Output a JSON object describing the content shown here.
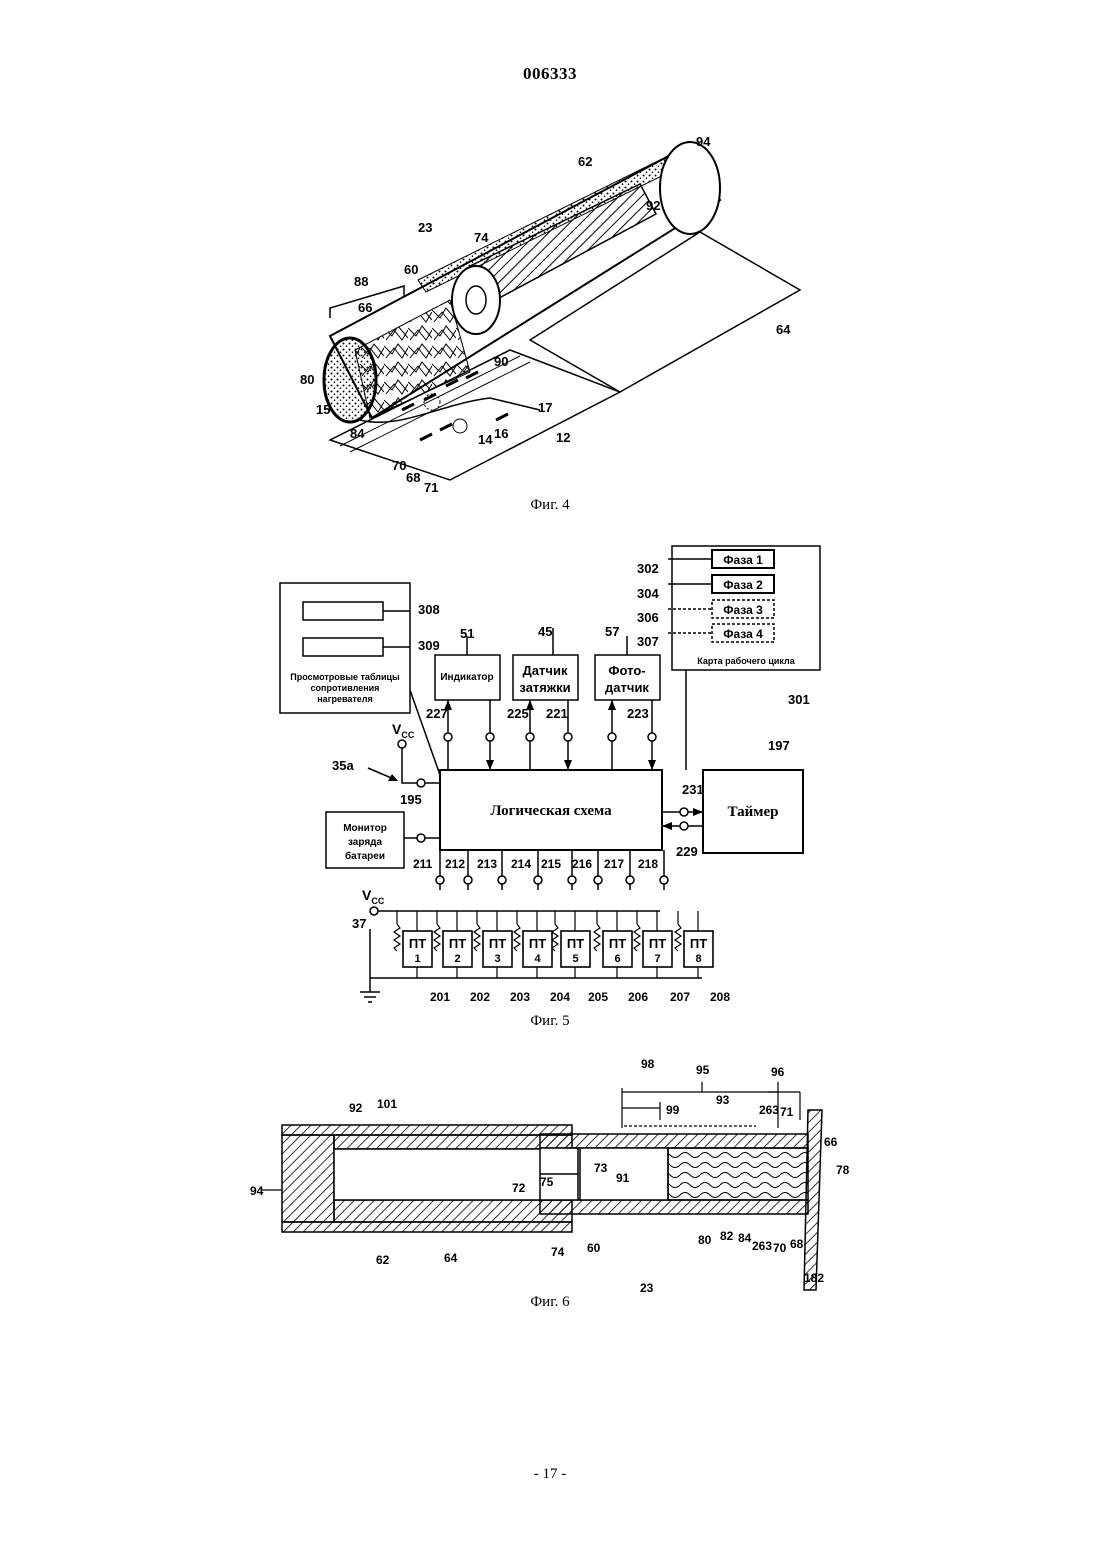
{
  "document": {
    "number": "006333",
    "page_number": "- 17 -"
  },
  "figures": {
    "fig4": {
      "caption": "Фиг. 4",
      "labels": {
        "l62": "62",
        "l94": "94",
        "l23": "23",
        "l92": "92",
        "l74": "74",
        "l88": "88",
        "l60": "60",
        "l66": "66",
        "l64": "64",
        "l90": "90",
        "l80": "80",
        "l15": "15",
        "l17": "17",
        "l84": "84",
        "l16": "16",
        "l14": "14",
        "l12": "12",
        "l70": "70",
        "l68": "68",
        "l71": "71"
      }
    },
    "fig5": {
      "caption": "Фиг. 5",
      "lookup_tables": "Просмотровые таблицы сопротивления нагревателя",
      "lookup_tables_lines": [
        "Просмотровые таблицы",
        "сопротивления",
        "нагревателя"
      ],
      "indicator": "Индикатор",
      "puff_sensor_lines": [
        "Датчик",
        "затяжки"
      ],
      "photo_sensor_lines": [
        "Фото-",
        "датчик"
      ],
      "phases": [
        "Фаза  1",
        "Фаза  2",
        "Фаза  3",
        "Фаза  4"
      ],
      "smoking_map": "Карта рабочего цикла",
      "logic": "Логическая схема",
      "timer": "Таймер",
      "battery_monitor_lines": [
        "Монитор",
        "заряда",
        "батареи"
      ],
      "vcc": "V",
      "vcc_sub": "CC",
      "pt_label": "ПТ",
      "pt_numbers": [
        "1",
        "2",
        "3",
        "4",
        "5",
        "6",
        "7",
        "8"
      ],
      "labels": {
        "l308": "308",
        "l309": "309",
        "l51": "51",
        "l45": "45",
        "l57": "57",
        "l302": "302",
        "l304": "304",
        "l306": "306",
        "l307": "307",
        "l301": "301",
        "l227": "227",
        "l225": "225",
        "l221": "221",
        "l223": "223",
        "l197": "197",
        "l35a": "35a",
        "l195": "195",
        "l231": "231",
        "l229": "229",
        "l37": "37"
      },
      "bottom_taps": [
        "211",
        "212",
        "213",
        "214",
        "215",
        "216",
        "217",
        "218"
      ],
      "fet_refs": [
        "201",
        "202",
        "203",
        "204",
        "205",
        "206",
        "207",
        "208"
      ]
    },
    "fig6": {
      "caption": "Фиг. 6",
      "labels": {
        "l98": "98",
        "l95": "95",
        "l96": "96",
        "l92": "92",
        "l101": "101",
        "l99": "99",
        "l93": "93",
        "l263a": "263",
        "l71": "71",
        "l66": "66",
        "l78": "78",
        "l94": "94",
        "l72": "72",
        "l75": "75",
        "l73": "73",
        "l91": "91",
        "l62": "62",
        "l64": "64",
        "l74": "74",
        "l60": "60",
        "l80": "80",
        "l82": "82",
        "l84": "84",
        "l263b": "263",
        "l70": "70",
        "l68": "68",
        "l23": "23",
        "l182": "182"
      }
    }
  }
}
